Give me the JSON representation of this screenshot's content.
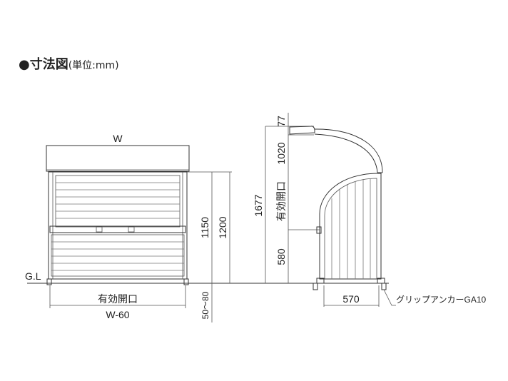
{
  "title": {
    "bullet": "●",
    "main": "寸法図",
    "unit": "(単位:mm)"
  },
  "front_view": {
    "width_label": "W",
    "ground_label": "G.L",
    "opening_label": "有効開口",
    "opening_width_label": "W-60",
    "dim_inner_height": "1150",
    "dim_total_height": "1200",
    "dim_foot": "50～80"
  },
  "side_view": {
    "dim_roof": "77",
    "dim_upper": "1020",
    "dim_total": "1677",
    "dim_opening_label": "有効開口",
    "dim_lower": "580",
    "dim_depth": "570",
    "anchor_label": "グリップアンカーGA10"
  }
}
